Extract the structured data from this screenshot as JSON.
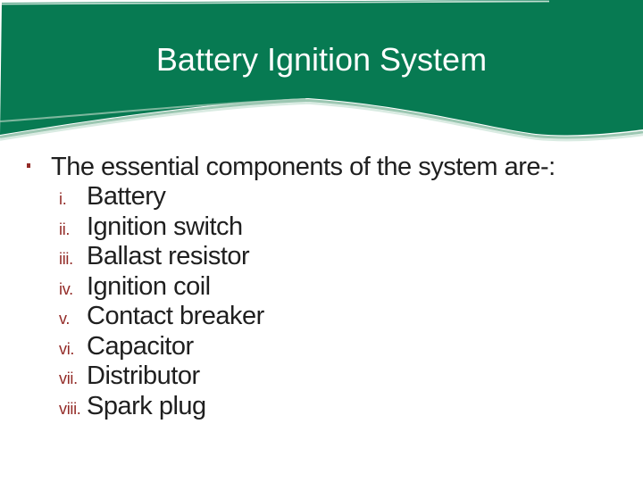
{
  "slide": {
    "title": "Battery Ignition System",
    "intro": "The essential components of the system are-:",
    "items": [
      {
        "numeral": "i.",
        "label": "Battery"
      },
      {
        "numeral": "ii.",
        "label": "Ignition switch"
      },
      {
        "numeral": "iii.",
        "label": "Ballast resistor"
      },
      {
        "numeral": "iv.",
        "label": "Ignition coil"
      },
      {
        "numeral": "v.",
        "label": "Contact breaker"
      },
      {
        "numeral": "vi.",
        "label": "Capacitor"
      },
      {
        "numeral": "vii.",
        "label": "Distributor"
      },
      {
        "numeral": "viii.",
        "label": "Spark plug"
      }
    ],
    "colors": {
      "banner_green": "#077a52",
      "accent_green": "#9cc7b2",
      "accent_green_faint": "#d5e9df",
      "numeral_red": "#932b27",
      "body_text": "#1f1f1f",
      "title_text": "#ffffff"
    }
  }
}
